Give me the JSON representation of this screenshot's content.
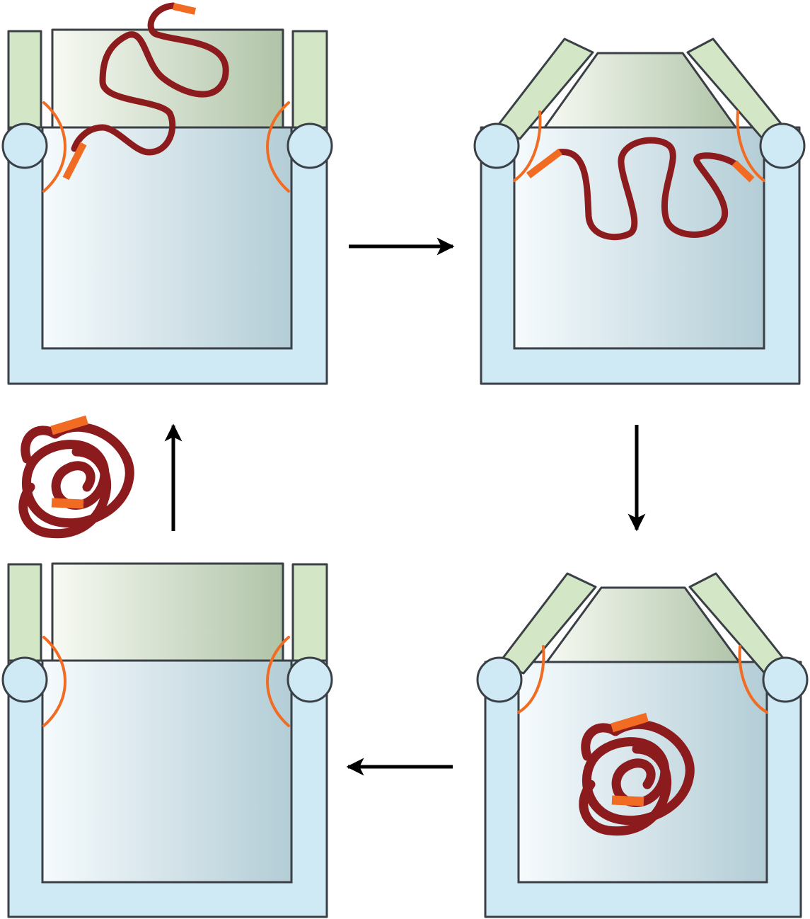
{
  "colors": {
    "outline": "#3a4046",
    "chamber_wall": "#cfe9f5",
    "lid_flap": "#d3e7c6",
    "cavity_light": "#f6fbfd",
    "cavity_dark": "#b3cdd6",
    "lid_light": "#f7faf3",
    "lid_dark": "#b0c4a8",
    "pivot": "#cfe9f5",
    "substrate": "#8c1b1e",
    "tag": "#f26b22",
    "arrow": "#000000"
  },
  "panels": [
    {
      "id": "panel-top-left",
      "state": "open-lid-unfolded-substrate"
    },
    {
      "id": "panel-top-right",
      "state": "closed-lid-substrate-inside"
    },
    {
      "id": "panel-bottom-right",
      "state": "closed-lid-folded-substrate"
    },
    {
      "id": "panel-bottom-left",
      "state": "open-lid-empty"
    }
  ],
  "arrows": [
    {
      "id": "arrow-right",
      "direction": "right"
    },
    {
      "id": "arrow-down",
      "direction": "down"
    },
    {
      "id": "arrow-left",
      "direction": "left"
    },
    {
      "id": "arrow-up",
      "direction": "up"
    }
  ]
}
